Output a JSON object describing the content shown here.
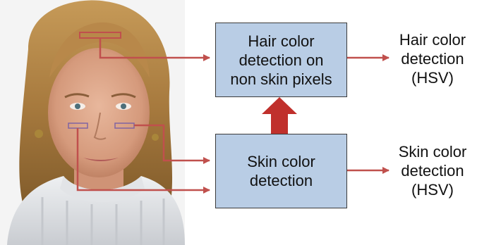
{
  "colors": {
    "box_fill": "#b9cde5",
    "box_border": "#3b3b3b",
    "arrow": "#c0504d",
    "up_arrow": "#c0302c"
  },
  "photo": {
    "description_icon": "portrait-photo"
  },
  "boxes": {
    "hair": {
      "lines": [
        "Hair color",
        "detection on",
        "non skin pixels"
      ]
    },
    "skin": {
      "lines": [
        "Skin color",
        "detection"
      ]
    }
  },
  "outputs": {
    "hair": {
      "lines": [
        "Hair color",
        "detection",
        "(HSV)"
      ]
    },
    "skin": {
      "lines": [
        "Skin color",
        "detection",
        "(HSV)"
      ]
    }
  }
}
